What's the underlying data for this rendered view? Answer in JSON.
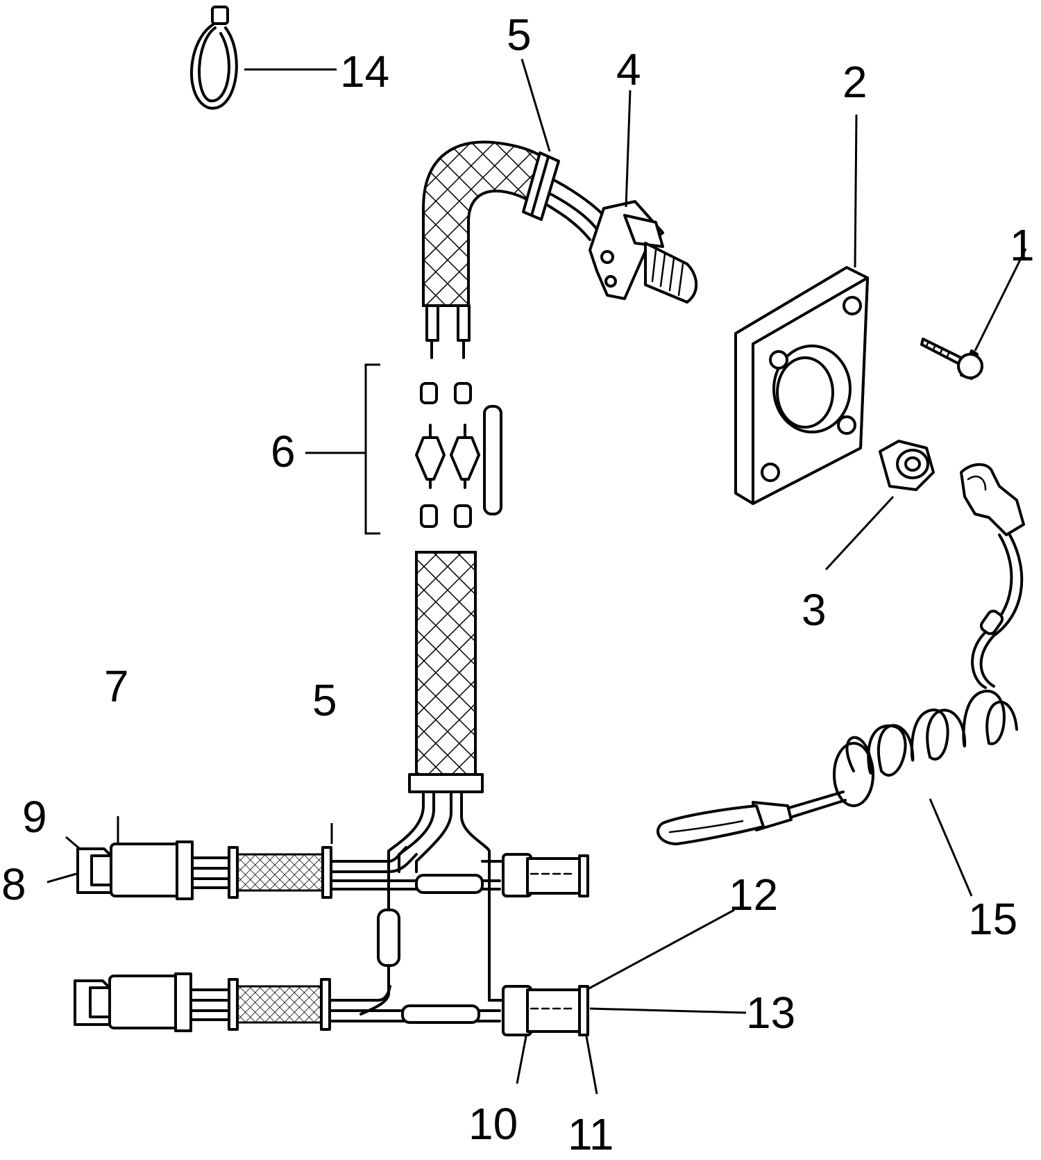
{
  "callouts": [
    {
      "id": "c1",
      "text": "1"
    },
    {
      "id": "c2",
      "text": "2"
    },
    {
      "id": "c3",
      "text": "3"
    },
    {
      "id": "c4",
      "text": "4"
    },
    {
      "id": "c5a",
      "text": "5"
    },
    {
      "id": "c5b",
      "text": "5"
    },
    {
      "id": "c6",
      "text": "6"
    },
    {
      "id": "c7",
      "text": "7"
    },
    {
      "id": "c8",
      "text": "8"
    },
    {
      "id": "c9",
      "text": "9"
    },
    {
      "id": "c10",
      "text": "10"
    },
    {
      "id": "c11",
      "text": "11"
    },
    {
      "id": "c12",
      "text": "12"
    },
    {
      "id": "c13",
      "text": "13"
    },
    {
      "id": "c14",
      "text": "14"
    },
    {
      "id": "c15",
      "text": "15"
    }
  ]
}
